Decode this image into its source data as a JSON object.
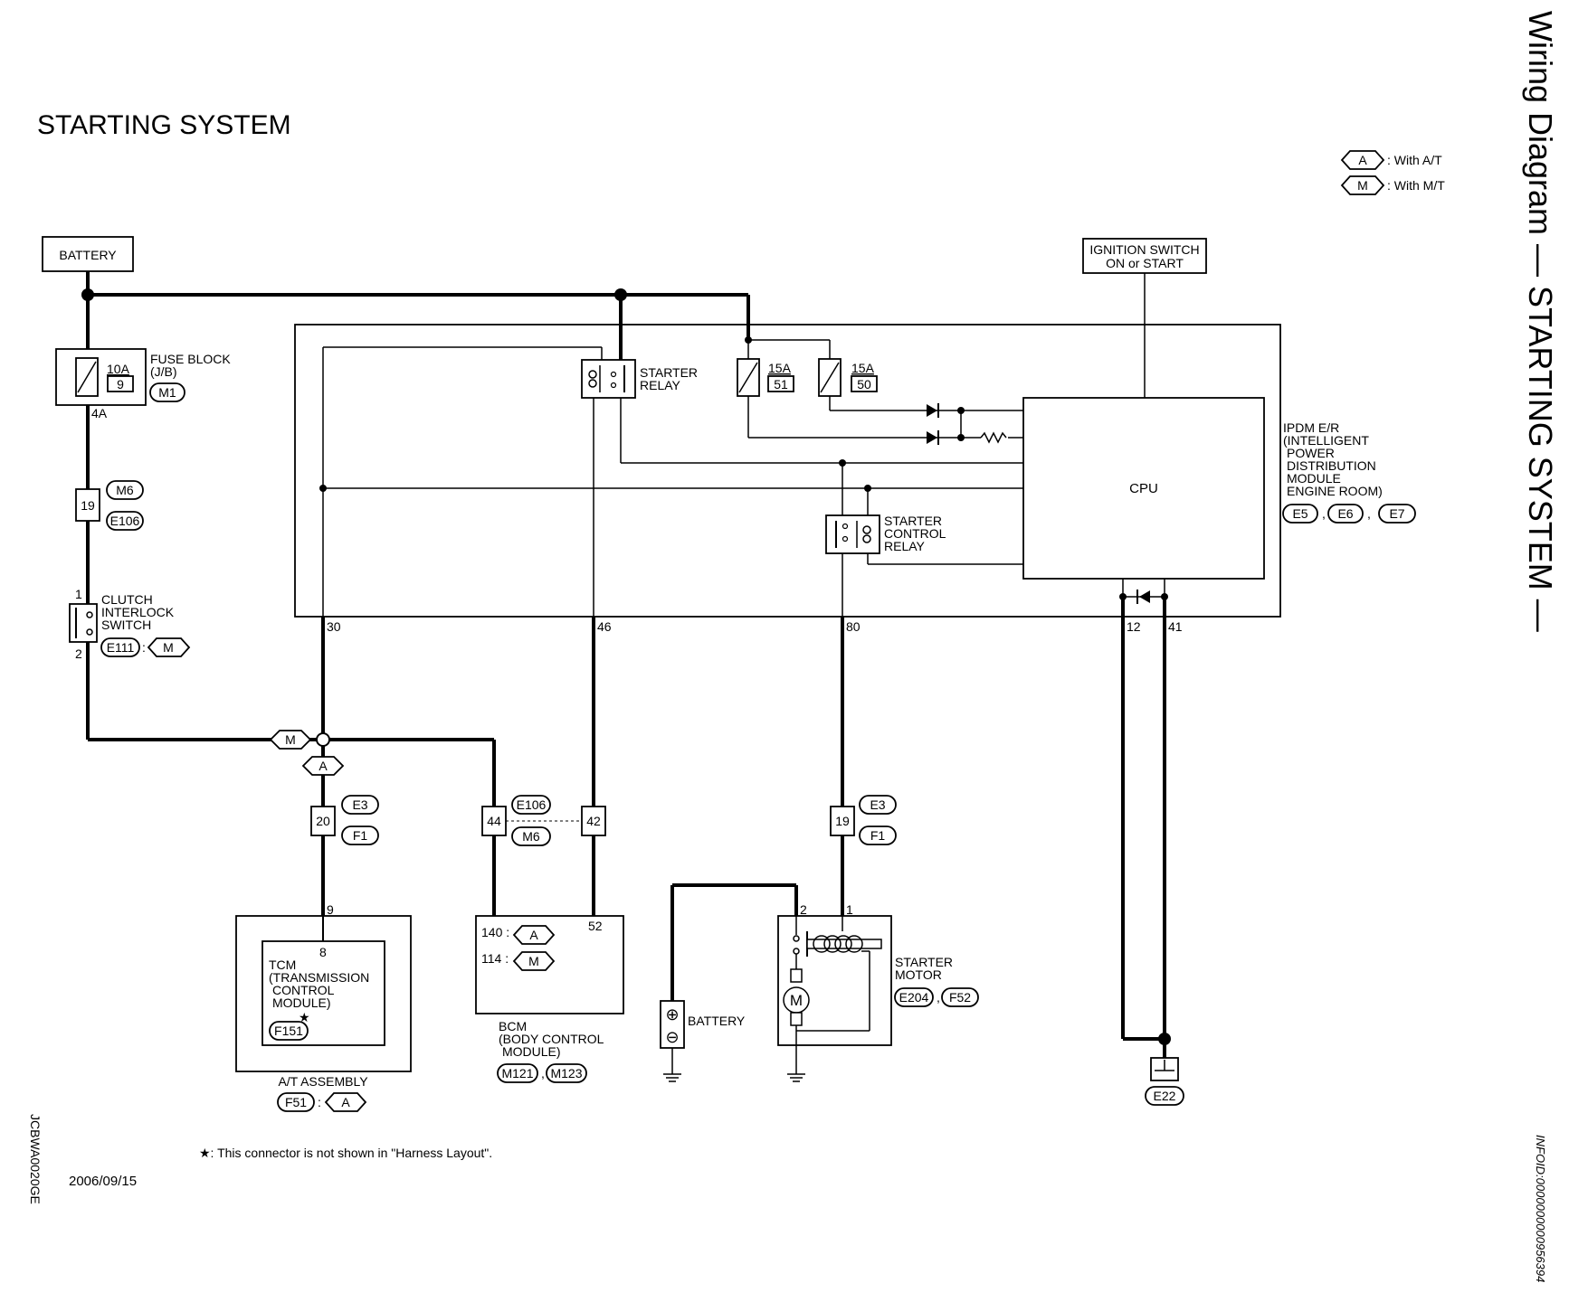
{
  "title": "STARTING SYSTEM",
  "side_title": "Wiring Diagram — STARTING SYSTEM —",
  "legend": [
    {
      "tag": "A",
      "text": ": With A/T"
    },
    {
      "tag": "M",
      "text": ": With M/T"
    }
  ],
  "battery_top": "BATTERY",
  "ignition": [
    "IGNITION SWITCH",
    "ON or START"
  ],
  "fuse_block": {
    "label": [
      "FUSE BLOCK",
      "(J/B)"
    ],
    "amps": "10A",
    "num": "9",
    "conn": "M1",
    "out": "4A"
  },
  "joint1": {
    "num": "19",
    "c1": "M6",
    "c2": "E106"
  },
  "clutch": {
    "label": [
      "CLUTCH",
      "INTERLOCK",
      "SWITCH"
    ],
    "pin1": "1",
    "pin2": "2",
    "conn": "E111",
    "tag": "M"
  },
  "starter_relay": [
    "STARTER",
    "RELAY"
  ],
  "fuse51": {
    "amps": "15A",
    "num": "51"
  },
  "fuse50": {
    "amps": "15A",
    "num": "50"
  },
  "cpu": "CPU",
  "ipdm": {
    "label": [
      "IPDM E/R",
      "(INTELLIGENT",
      "POWER",
      "DISTRIBUTION",
      "MODULE",
      "ENGINE ROOM)"
    ],
    "conns": [
      "E5",
      "E6",
      "E7"
    ]
  },
  "starter_control_relay": [
    "STARTER",
    "CONTROL",
    "RELAY"
  ],
  "pins": {
    "p30": "30",
    "p46": "46",
    "p80": "80",
    "p12": "12",
    "p41": "41"
  },
  "junction_tags": {
    "m": "M",
    "a": "A"
  },
  "joint20": {
    "num": "20",
    "c1": "E3",
    "c2": "F1"
  },
  "joint44": {
    "num": "44"
  },
  "joint42": {
    "num": "42",
    "c1": "E106",
    "c2": "M6"
  },
  "joint19b": {
    "num": "19",
    "c1": "E3",
    "c2": "F1"
  },
  "at_assembly": {
    "pin9": "9",
    "pin8": "8",
    "tcm": [
      "TCM",
      "(TRANSMISSION",
      "CONTROL",
      "MODULE)"
    ],
    "star": "★",
    "conn": "F151",
    "label": "A/T ASSEMBLY",
    "conn2": "F51",
    "tag": "A"
  },
  "bcm": {
    "pin52": "52",
    "r1": "140 :",
    "t1": "A",
    "r2": "114 :",
    "t2": "M",
    "label": [
      "BCM",
      "(BODY CONTROL",
      "MODULE)"
    ],
    "conns": [
      "M121",
      "M123"
    ]
  },
  "battery2": {
    "label": "BATTERY",
    "plus": "⊕",
    "minus": "⊖"
  },
  "starter_motor": {
    "pin2": "2",
    "pin1": "1",
    "motor": "M",
    "label": [
      "STARTER",
      "MOTOR"
    ],
    "conns": [
      "E204",
      "F52"
    ]
  },
  "ground": {
    "conn": "E22"
  },
  "footnote": "★: This connector is not shown in \"Harness Layout\".",
  "date": "2006/09/15",
  "code_left": "JCBWA0020GE",
  "code_right": "INFOID:0000000000956394"
}
